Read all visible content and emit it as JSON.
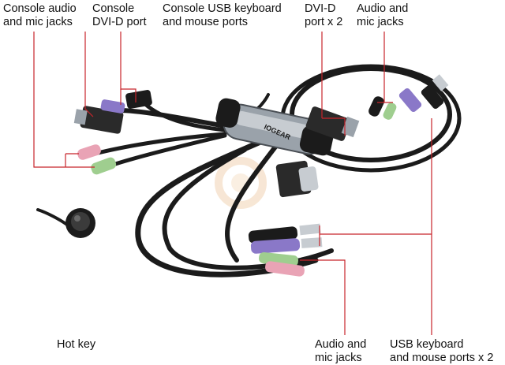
{
  "colors": {
    "leader": "#c8242b",
    "cable": "#1b1b1b",
    "hub": "#9aa2aa",
    "purple": "#8a78c8",
    "pink": "#e9a3b5",
    "green": "#9fce8f",
    "watermark": "#f1d3b3"
  },
  "callouts": {
    "console_audio": {
      "line1": "Console audio",
      "line2": "and mic jacks"
    },
    "console_dvi": {
      "line1": "Console",
      "line2": "DVI-D port"
    },
    "console_usb": {
      "line1": "Console USB keyboard",
      "line2": "and mouse ports"
    },
    "dvi_ports": {
      "line1": "DVI-D",
      "line2": "port x 2"
    },
    "audio_top": {
      "line1": "Audio and",
      "line2": "mic jacks"
    },
    "hot_key": {
      "line1": "Hot key"
    },
    "audio_bottom": {
      "line1": "Audio and",
      "line2": "mic jacks"
    },
    "usb_ports": {
      "line1": "USB keyboard",
      "line2": "and mouse ports x 2"
    }
  },
  "brand_label": "IOGEAR"
}
